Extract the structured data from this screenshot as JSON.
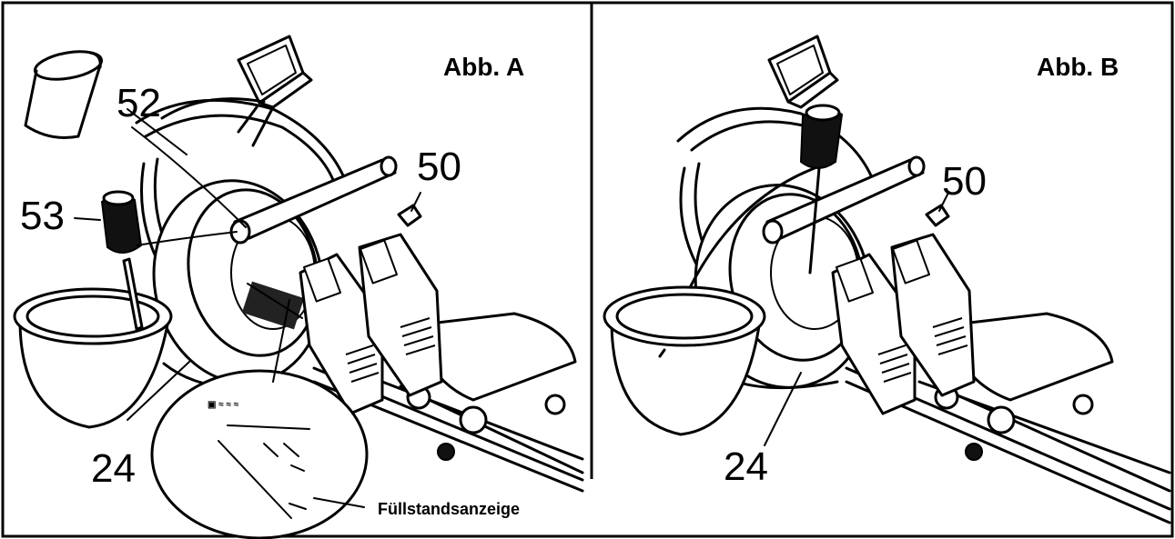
{
  "panels": [
    {
      "title": "Abb. A",
      "callouts": {
        "bucket_hose": "52",
        "pump": "53",
        "plug": "50",
        "tank": "24"
      },
      "caption": "Füllstandsanzeige"
    },
    {
      "title": "Abb. B",
      "callouts": {
        "plug": "50",
        "tank": "24"
      }
    }
  ]
}
